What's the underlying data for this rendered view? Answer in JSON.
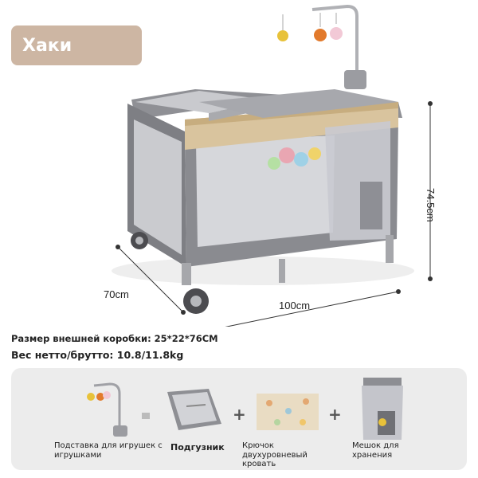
{
  "color_tag": {
    "label": "Хаки"
  },
  "dimensions": {
    "height": "74.5cm",
    "width": "70cm",
    "length": "100cm"
  },
  "specs": {
    "box_size": "Размер внешней коробки: 25*22*76CM",
    "weight": "Вес нетто/брутто: 10.8/11.8kg"
  },
  "accessories": [
    {
      "label": "Подставка для игрушек с игрушками",
      "icon": "toy-mobile-icon"
    },
    {
      "label": "Подгузник",
      "icon": "changing-table-icon"
    },
    {
      "label": "Крючок двухуровневый кровать",
      "icon": "mattress-pad-icon"
    },
    {
      "label": "Мешок для хранения",
      "icon": "storage-bag-icon"
    }
  ],
  "colors": {
    "tag_bg": "#cdb6a3",
    "frame_gray": "#8d8e93",
    "panel_bg": "#ececec"
  }
}
